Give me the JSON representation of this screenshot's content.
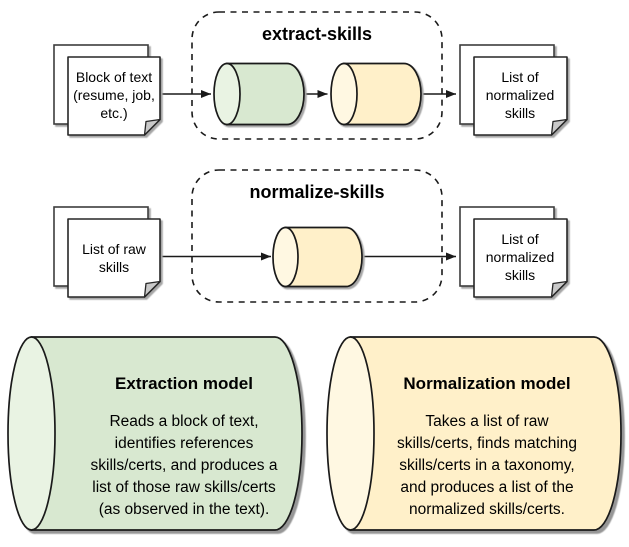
{
  "colors": {
    "green_body": "#d8e8d0",
    "green_cap": "#e9f3e3",
    "yellow_body": "#fff0c9",
    "yellow_cap": "#fff8e2",
    "stroke": "#1a1a1a",
    "fold": "#c9c9c9",
    "shadow": "#a6a6a6",
    "background": "#ffffff"
  },
  "pipelines": [
    {
      "label": "extract-skills",
      "input_lines": [
        "Block of text",
        "(resume, job,",
        "etc.)"
      ],
      "output_lines": [
        "List of",
        "normalized",
        "skills"
      ]
    },
    {
      "label": "normalize-skills",
      "input_lines": [
        "List of raw",
        "skills"
      ],
      "output_lines": [
        "List of",
        "normalized",
        "skills"
      ]
    }
  ],
  "models": [
    {
      "title": "Extraction model",
      "lines": [
        "Reads a block of text,",
        "identifies references",
        "skills/certs, and produces a",
        "list of those raw skills/certs",
        "(as observed in the text)."
      ]
    },
    {
      "title": "Normalization model",
      "lines": [
        "Takes a list of raw",
        "skills/certs, finds matching",
        "skills/certs in a taxonomy,",
        "and produces a list of the",
        "normalized skills/certs."
      ]
    }
  ]
}
